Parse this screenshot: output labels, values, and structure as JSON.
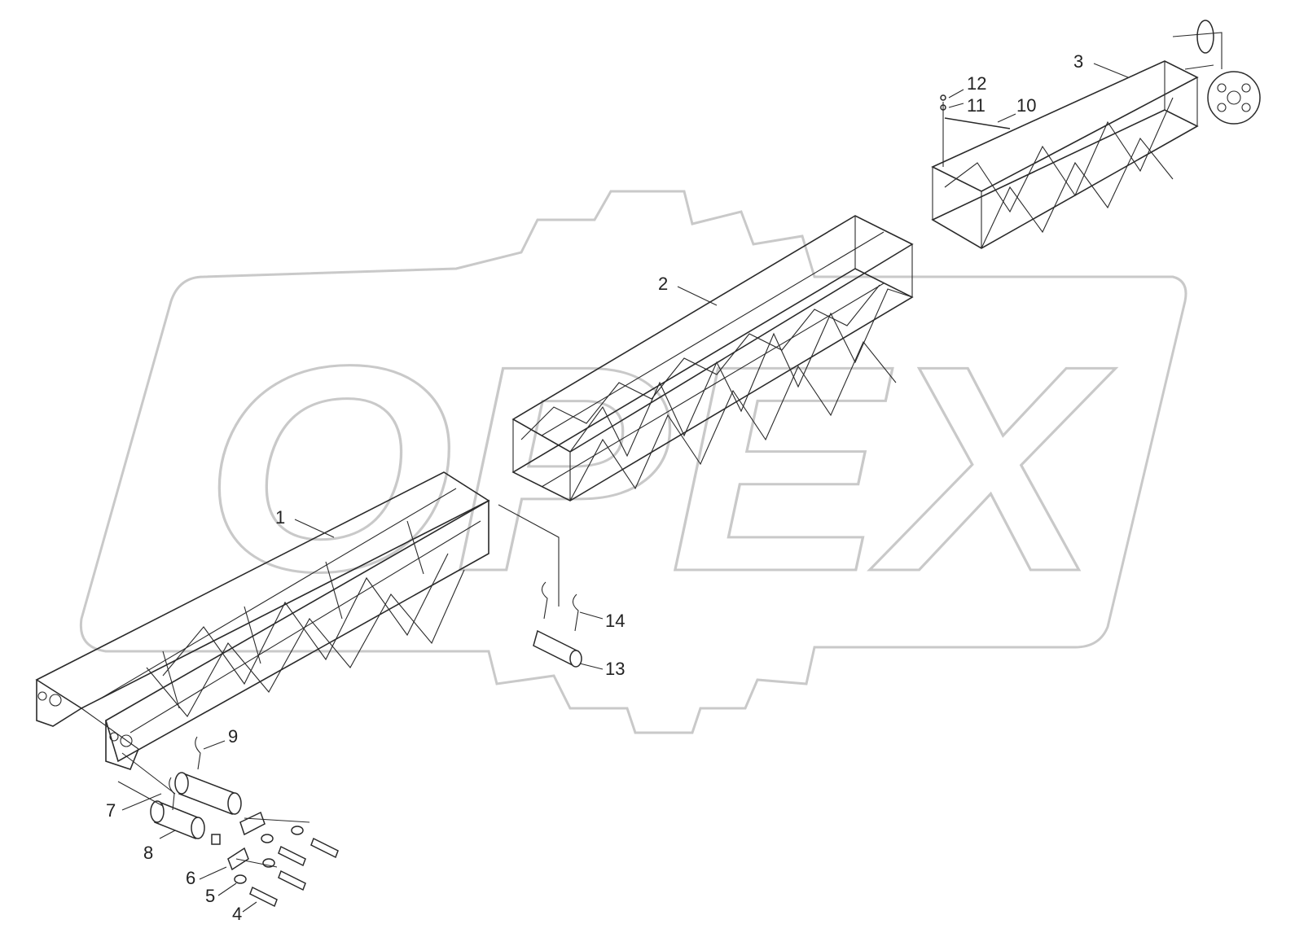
{
  "diagram": {
    "watermark_text": "OPEX",
    "callouts": [
      "1",
      "2",
      "3",
      "4",
      "5",
      "6",
      "7",
      "8",
      "9",
      "10",
      "11",
      "12",
      "13",
      "14"
    ]
  }
}
